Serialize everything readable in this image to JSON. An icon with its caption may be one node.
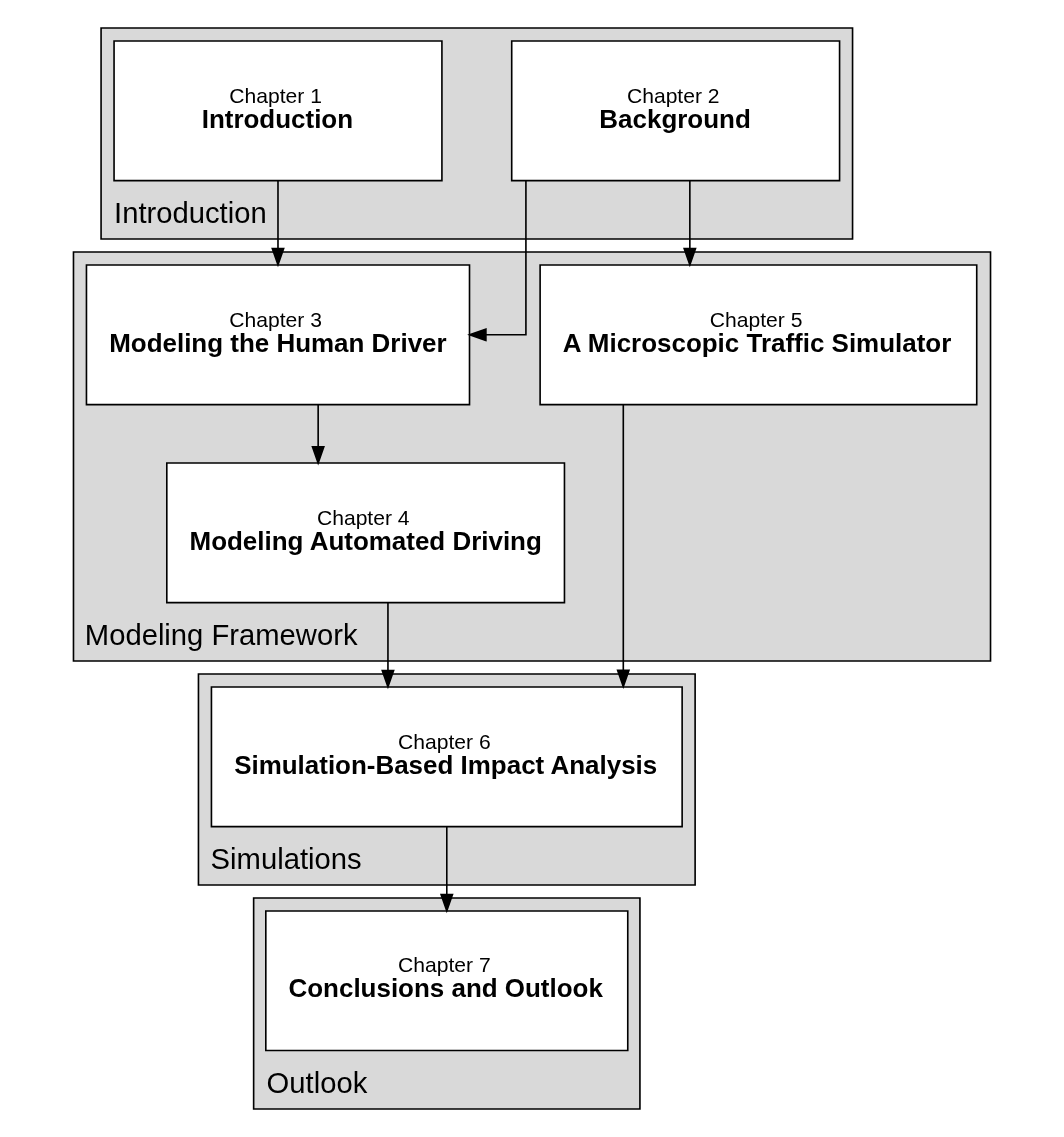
{
  "diagram": {
    "nodes": [
      {
        "text": [
          "Introduction"
        ]
      },
      {
        "text": [
          "Chapter 1",
          "Introduction"
        ],
        "in": 0
      },
      {
        "text": [
          "Chapter 2",
          "Background"
        ],
        "in": 0
      },
      {
        "text": [
          "Modeling Framework"
        ]
      },
      {
        "text": [
          "Chapter 3",
          "Modeling the Human Driver"
        ],
        "in": 3
      },
      {
        "text": [
          "Chapter 4",
          "Modeling Automated Driving"
        ],
        "in": 3
      },
      {
        "text": [
          "Chapter 5",
          "A Microscopic Traffic Simulator"
        ],
        "in": 3
      },
      {
        "text": [
          "Simulations"
        ]
      },
      {
        "text": [
          "Chapter 6",
          "Simulation-Based Impact Analysis"
        ],
        "in": 7
      },
      {
        "text": [
          "Outlook"
        ]
      },
      {
        "text": [
          "Chapter 7",
          "Conclusions and Outlook"
        ],
        "in": 9
      }
    ],
    "edges": [
      {
        "from": 1,
        "to": 4,
        "arrow": "to"
      },
      {
        "from": 2,
        "to": 4,
        "arrow": "to"
      },
      {
        "from": 2,
        "to": 6,
        "arrow": "to"
      },
      {
        "from": 4,
        "to": 5,
        "arrow": "to"
      },
      {
        "from": 5,
        "to": 8,
        "arrow": "to"
      },
      {
        "from": 6,
        "to": 8,
        "arrow": "to"
      },
      {
        "from": 8,
        "to": 10,
        "arrow": "to"
      }
    ]
  }
}
